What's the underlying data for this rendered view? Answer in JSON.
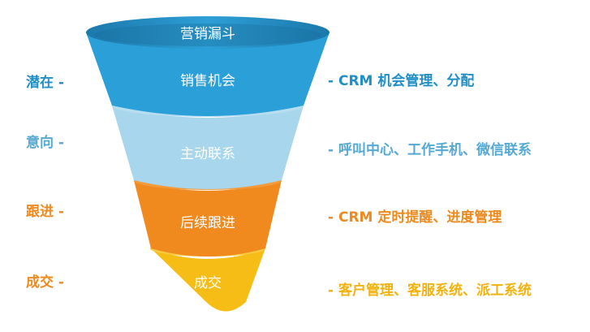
{
  "funnel": {
    "title": "营销漏斗",
    "colors": {
      "header": "#1f8fc6",
      "header_shadow": "#1a6d9c",
      "text": "#ffffff"
    },
    "stages": [
      {
        "name": "销售机会",
        "left_label": "潜在 -",
        "right_label": "- CRM 机会管理、分配",
        "color": "#2a9fd8",
        "text_color": "#1f8fc6"
      },
      {
        "name": "主动联系",
        "left_label": "意向 -",
        "right_label": "- 呼叫中心、工作手机、微信联系",
        "color": "#a8d6ec",
        "text_color": "#56a9d3"
      },
      {
        "name": "后续跟进",
        "left_label": "跟进 -",
        "right_label": "- CRM 定时提醒、进度管理",
        "color": "#f08a1f",
        "text_color": "#ec8a1f"
      },
      {
        "name": "成交",
        "left_label": "成交 -",
        "right_label": "- 客户管理、客服系统、派工系统",
        "color": "#f6bd16",
        "text_color": "#f1b20c"
      }
    ]
  }
}
